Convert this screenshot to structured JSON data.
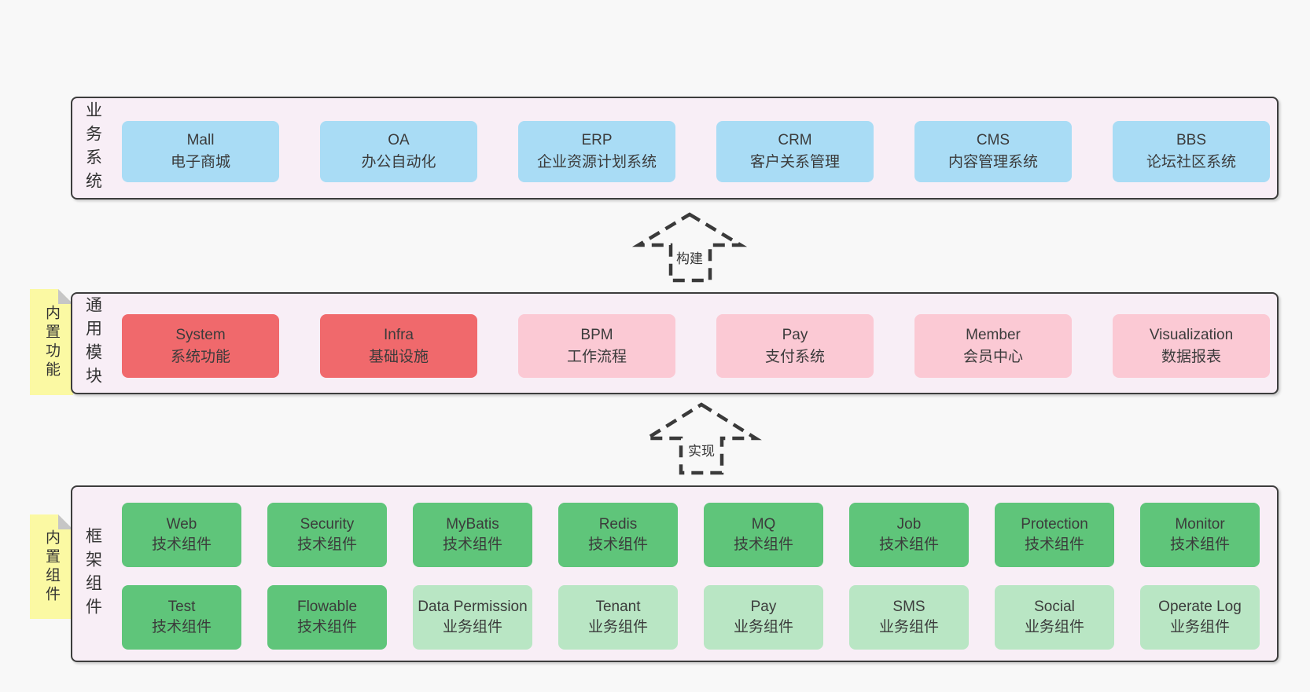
{
  "colors": {
    "page_bg": "#f8f8f8",
    "band_bg": "#f8eef6",
    "band_border": "#3d3d3d",
    "blue_box": "#a9dcf5",
    "red_box": "#f0696c",
    "pink_box": "#fbc9d4",
    "green_box": "#5fc57a",
    "green_light_box": "#b9e6c4",
    "sticky_note": "#fbf9a3",
    "text": "#333333"
  },
  "arrows": [
    {
      "label": "构建"
    },
    {
      "label": "实现"
    }
  ],
  "bands": [
    {
      "label": "业务系统",
      "rows": [
        [
          {
            "title": "Mall",
            "subtitle": "电子商城",
            "variant": "blue"
          },
          {
            "title": "OA",
            "subtitle": "办公自动化",
            "variant": "blue"
          },
          {
            "title": "ERP",
            "subtitle": "企业资源计划系统",
            "variant": "blue"
          },
          {
            "title": "CRM",
            "subtitle": "客户关系管理",
            "variant": "blue"
          },
          {
            "title": "CMS",
            "subtitle": "内容管理系统",
            "variant": "blue"
          },
          {
            "title": "BBS",
            "subtitle": "论坛社区系统",
            "variant": "blue"
          }
        ]
      ]
    },
    {
      "label": "通用模块",
      "note": "内置功能",
      "rows": [
        [
          {
            "title": "System",
            "subtitle": "系统功能",
            "variant": "red"
          },
          {
            "title": "Infra",
            "subtitle": "基础设施",
            "variant": "red"
          },
          {
            "title": "BPM",
            "subtitle": "工作流程",
            "variant": "pink"
          },
          {
            "title": "Pay",
            "subtitle": "支付系统",
            "variant": "pink"
          },
          {
            "title": "Member",
            "subtitle": "会员中心",
            "variant": "pink"
          },
          {
            "title": "Visualization",
            "subtitle": "数据报表",
            "variant": "pink"
          }
        ]
      ]
    },
    {
      "label": "框架组件",
      "note": "内置组件",
      "rows": [
        [
          {
            "title": "Web",
            "subtitle": "技术组件",
            "variant": "green"
          },
          {
            "title": "Security",
            "subtitle": "技术组件",
            "variant": "green"
          },
          {
            "title": "MyBatis",
            "subtitle": "技术组件",
            "variant": "green"
          },
          {
            "title": "Redis",
            "subtitle": "技术组件",
            "variant": "green"
          },
          {
            "title": "MQ",
            "subtitle": "技术组件",
            "variant": "green"
          },
          {
            "title": "Job",
            "subtitle": "技术组件",
            "variant": "green"
          },
          {
            "title": "Protection",
            "subtitle": "技术组件",
            "variant": "green"
          },
          {
            "title": "Monitor",
            "subtitle": "技术组件",
            "variant": "green"
          }
        ],
        [
          {
            "title": "Test",
            "subtitle": "技术组件",
            "variant": "green"
          },
          {
            "title": "Flowable",
            "subtitle": "技术组件",
            "variant": "green"
          },
          {
            "title": "Data Permission",
            "subtitle": "业务组件",
            "variant": "green-light"
          },
          {
            "title": "Tenant",
            "subtitle": "业务组件",
            "variant": "green-light"
          },
          {
            "title": "Pay",
            "subtitle": "业务组件",
            "variant": "green-light"
          },
          {
            "title": "SMS",
            "subtitle": "业务组件",
            "variant": "green-light"
          },
          {
            "title": "Social",
            "subtitle": "业务组件",
            "variant": "green-light"
          },
          {
            "title": "Operate Log",
            "subtitle": "业务组件",
            "variant": "green-light"
          }
        ]
      ]
    }
  ]
}
